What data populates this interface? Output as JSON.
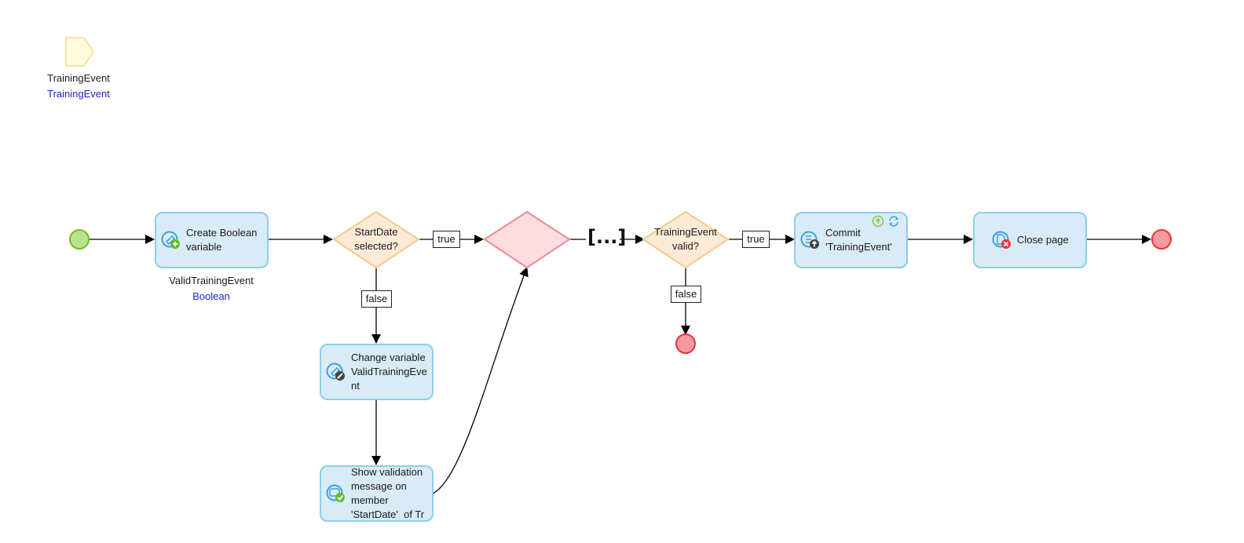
{
  "parameter": {
    "name": "TrainingEvent",
    "type": "TrainingEvent",
    "icon": "parameter-icon"
  },
  "start_event": {
    "icon": "start-event-icon",
    "color": "#b9e28a"
  },
  "activities": {
    "create_variable": {
      "label": "Create Boolean\nvariable",
      "output_name": "ValidTrainingEvent",
      "output_type": "Boolean",
      "icon": "create-variable-icon"
    },
    "change_variable": {
      "label": "Change variable\nValidTrainingEvent",
      "icon": "change-variable-icon"
    },
    "show_validation": {
      "label": "Show validation\nmessage on\nmember\n'StartDate'  of Tr",
      "icon": "validation-message-icon"
    },
    "commit": {
      "label": "Commit\n'TrainingEvent'",
      "icon": "commit-icon",
      "badge_icons": [
        "with-events-icon",
        "refresh-in-client-icon"
      ]
    },
    "close_page": {
      "label": "Close page",
      "icon": "close-page-icon"
    }
  },
  "decisions": {
    "startdate": {
      "label": "StartDate\nselected?",
      "true_label": "true",
      "false_label": "false"
    },
    "valid": {
      "label": "TrainingEvent\nvalid?",
      "true_label": "true",
      "false_label": "false"
    }
  },
  "merge": {
    "icon": "merge-gateway",
    "color": "#fddde0"
  },
  "collapsed_section": {
    "label": "[...]"
  },
  "end_events": {
    "color": "#f59a9e",
    "border": "#e8333f"
  },
  "colors": {
    "activity_fill": "#d9ebf7",
    "activity_border": "#8ccdee",
    "decision_fill": "#fdebd7",
    "decision_border": "#f5c98a",
    "parameter_fill": "#fffbdd",
    "parameter_border": "#f4dc8f",
    "link_blue": "#2222cc"
  }
}
